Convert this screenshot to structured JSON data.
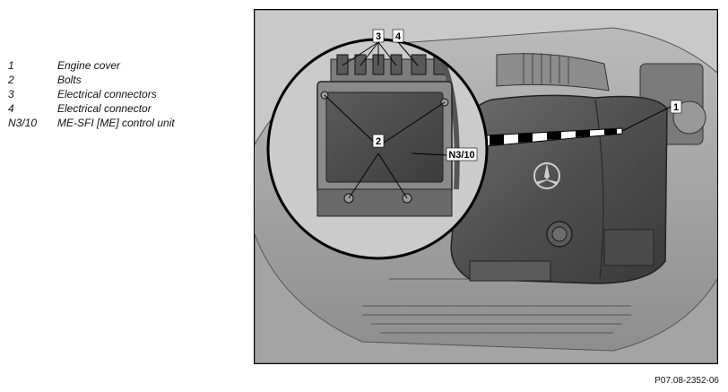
{
  "legend": [
    {
      "num": "1",
      "text": "Engine cover"
    },
    {
      "num": "2",
      "text": "Bolts"
    },
    {
      "num": "3",
      "text": "Electrical connectors"
    },
    {
      "num": "4",
      "text": "Electrical connector"
    },
    {
      "num": "N3/10",
      "text": "ME-SFI [ME] control unit"
    }
  ],
  "callouts": {
    "c1": "1",
    "c2": "2",
    "c3": "3",
    "c4": "4",
    "n310": "N3/10"
  },
  "figure_id": "P07.08-2352-06"
}
